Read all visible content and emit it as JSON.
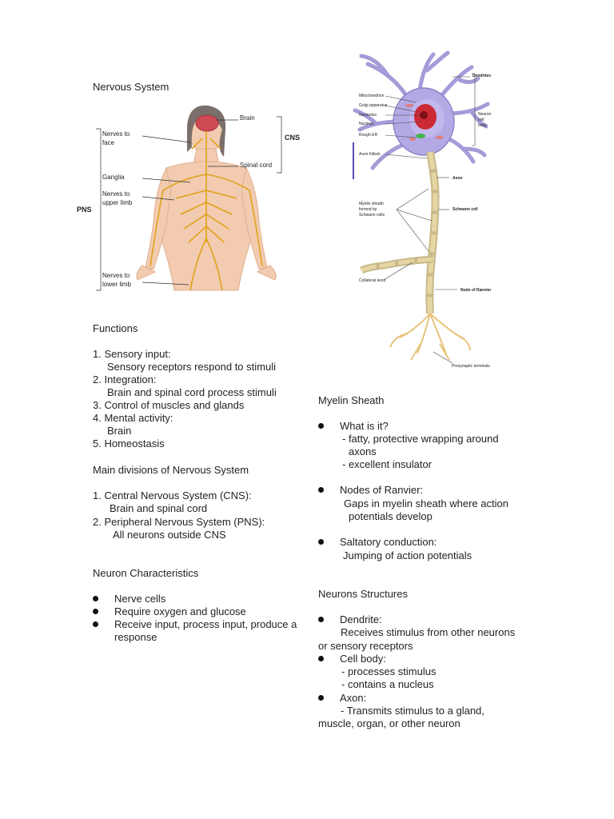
{
  "left": {
    "title": "Nervous System",
    "figure_labels": {
      "brain": "Brain",
      "cns": "CNS",
      "nerves_face": [
        "Nerves to",
        "face"
      ],
      "spinal_cord": "Spinal cord",
      "ganglia": "Ganglia",
      "nerves_upper": [
        "Nerves to",
        "upper limb"
      ],
      "pns": "PNS",
      "nerves_lower": [
        "Nerves to",
        "lower limb"
      ]
    },
    "functions": {
      "heading": "Functions",
      "lines": [
        "1. Sensory input:",
        "Sensory receptors respond to stimuli",
        "2. Integration:",
        "Brain and spinal cord process stimuli",
        "3. Control of muscles and glands",
        "4. Mental activity:",
        "Brain",
        "5. Homeostasis"
      ]
    },
    "divisions": {
      "heading": "Main divisions of Nervous System",
      "lines": [
        "1. Central Nervous System (CNS):",
        "Brain and spinal cord",
        "2. Peripheral Nervous System (PNS):",
        "All neurons outside CNS"
      ]
    },
    "neuron_characteristics": {
      "heading": "Neuron Characteristics",
      "items": [
        "Nerve cells",
        "Require oxygen and glucose",
        "Receive input, process input, produce a",
        "response"
      ]
    }
  },
  "right": {
    "figure_labels": {
      "dendrites": "Dendrites",
      "mitochondrion": "Mitochondrion",
      "golgi": "Golgi apparatus",
      "nucleolus": "Nucleolus",
      "nucleus": "Nucleus",
      "rough_er": "Rough ER",
      "neuron_cell_body": [
        "Neuron",
        "cell",
        "body"
      ],
      "axon_hillock": "Axon hillock",
      "axon": "Axon",
      "myelin_sheath": [
        "Myelin sheath",
        "formed by",
        "Schwann cells"
      ],
      "schwann_cell": "Schwann cell",
      "collateral_axon": "Collateral axon",
      "node_of_ranvier": "Node of Ranvier",
      "presynaptic_terminals": "Presynaptic terminals"
    },
    "myelin": {
      "heading": "Myelin Sheath",
      "what_label": "What is it?",
      "what_lines": [
        "- fatty, protective wrapping around",
        "axons",
        "- excellent insulator"
      ],
      "nodes_label": "Nodes of Ranvier:",
      "nodes_lines": [
        "Gaps in myelin sheath where action",
        "potentials develop"
      ],
      "saltatory_label": "Saltatory conduction:",
      "saltatory_lines": [
        "Jumping of action potentials"
      ]
    },
    "structures": {
      "heading": "Neurons Structures",
      "dendrite_label": "Dendrite:",
      "dendrite_lines": [
        "Receives stimulus from other neurons",
        "or sensory receptors"
      ],
      "cellbody_label": "Cell body:",
      "cellbody_lines": [
        "- processes stimulus",
        "- contains a nucleus"
      ],
      "axon_label": "Axon:",
      "axon_lines": [
        "- Transmits stimulus to a gland,",
        "muscle, organ, or other neuron"
      ]
    }
  }
}
